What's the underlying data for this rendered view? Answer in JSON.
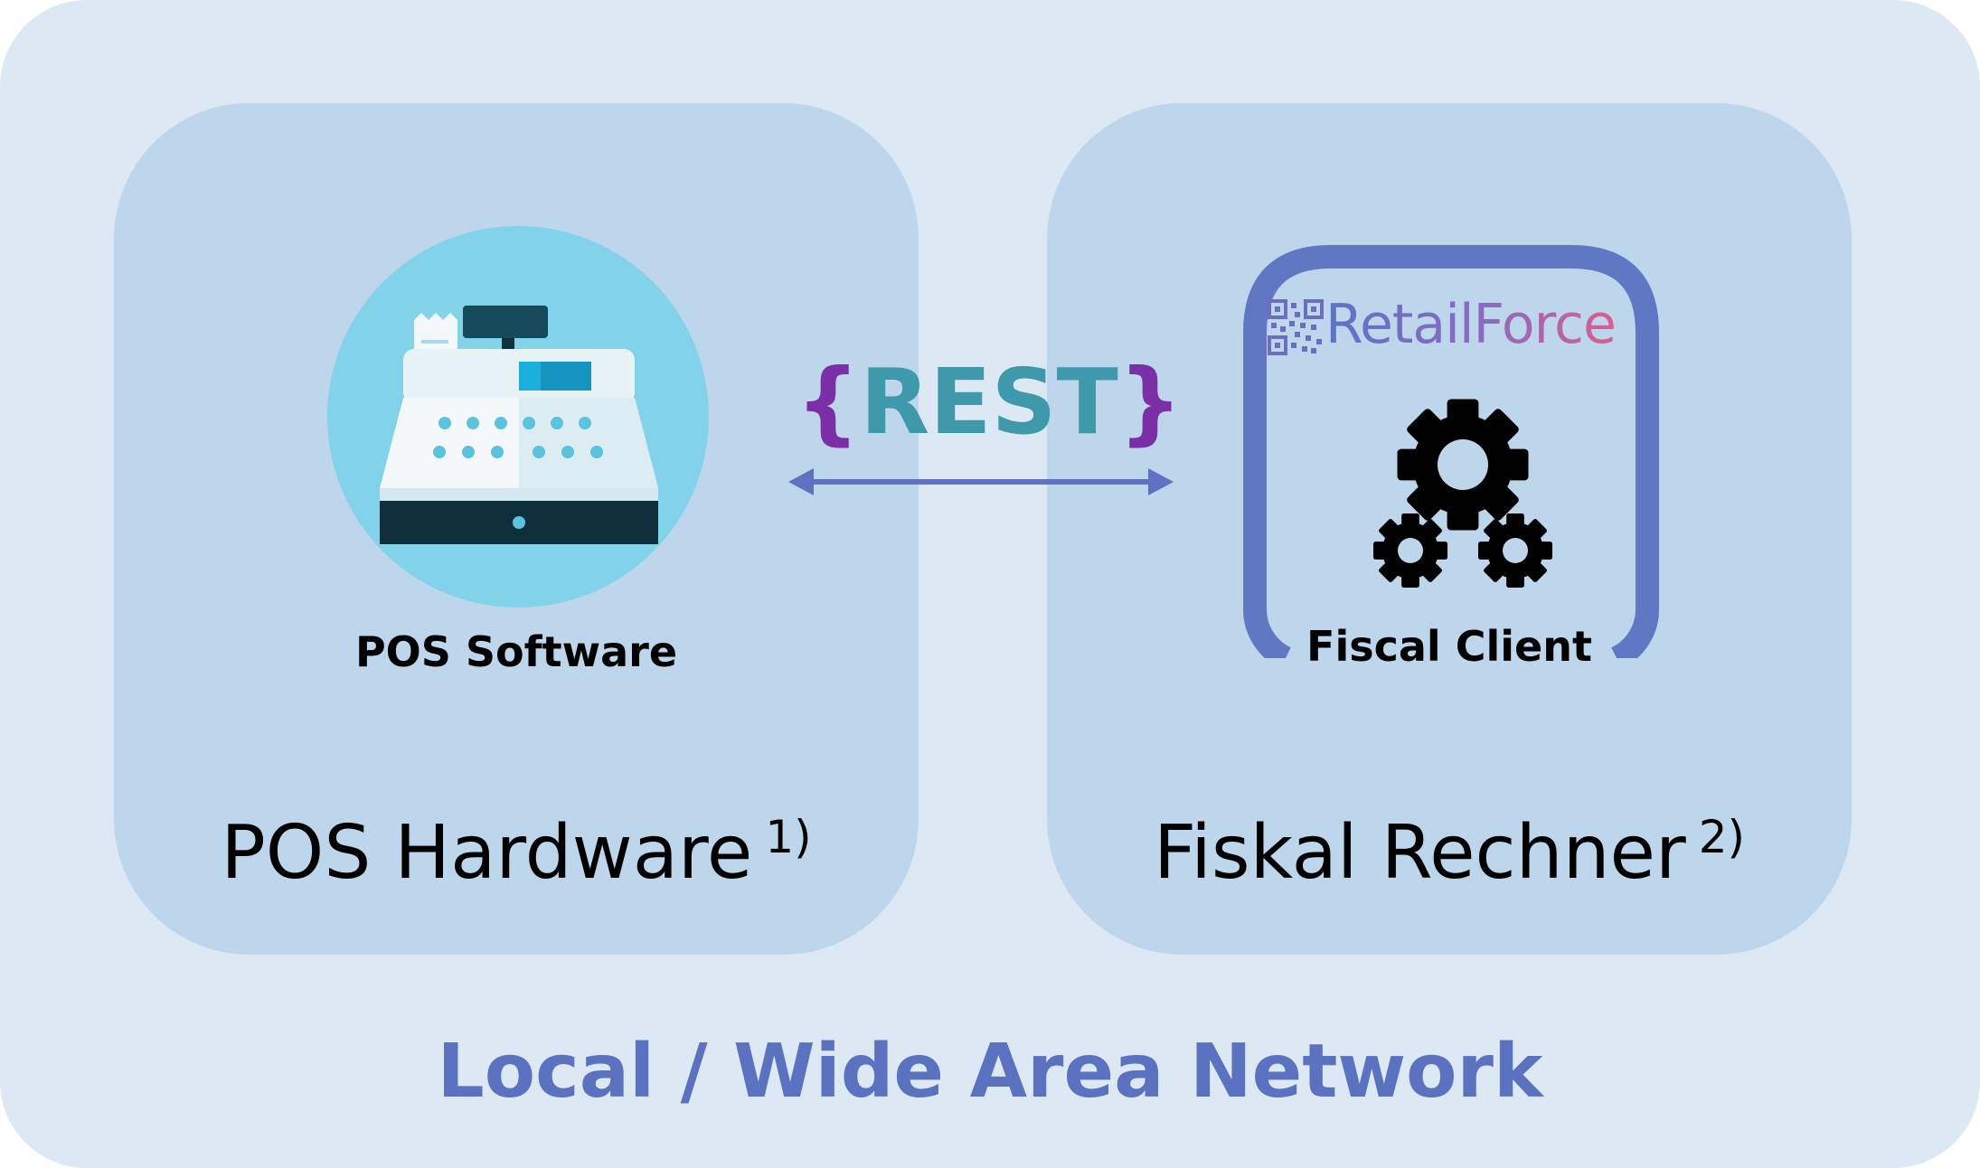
{
  "network": {
    "label": "Local / Wide Area Network",
    "color": "#5a72c0",
    "background": "#dde8f5"
  },
  "left_panel": {
    "icon": "cash-register-icon",
    "software_label": "POS Software",
    "hardware_label": "POS Hardware",
    "footnote": "1)"
  },
  "connector": {
    "brace_open": "{",
    "label": "REST",
    "brace_close": "}",
    "arrow": "double-headed-arrow",
    "brace_color": "#7b2fa6",
    "label_color": "#3e9aaa"
  },
  "right_panel": {
    "brand": "RetailForce",
    "brand_icon": "qr-code-icon",
    "component_icon": "gears-icon",
    "component_label": "Fiscal Client",
    "hardware_label": "Fiskal Rechner",
    "footnote": "2)",
    "frame_color": "#6077c4"
  },
  "colors": {
    "panel": "#bdd6ec",
    "pos_circle": "#82d2ea"
  }
}
